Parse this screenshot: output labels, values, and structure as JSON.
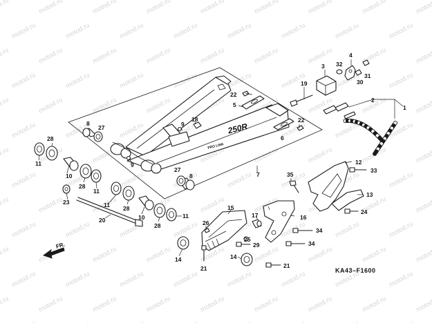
{
  "diagram": {
    "code": "KA43–F1600",
    "direction": "FR.",
    "watermark": "motod.ru",
    "decal": {
      "model": "250R",
      "brand": "PRO LINK"
    },
    "callouts": [
      "1",
      "2",
      "3",
      "4",
      "5",
      "6",
      "7",
      "8",
      "8",
      "9",
      "9",
      "10",
      "10",
      "11",
      "11",
      "11",
      "11",
      "12",
      "13",
      "14",
      "14",
      "15",
      "16",
      "17",
      "18",
      "19",
      "20",
      "21",
      "21",
      "22",
      "22",
      "23",
      "24",
      "25",
      "26",
      "27",
      "27",
      "28",
      "28",
      "28",
      "28",
      "29",
      "30",
      "31",
      "32",
      "33",
      "34",
      "34",
      "35"
    ]
  }
}
